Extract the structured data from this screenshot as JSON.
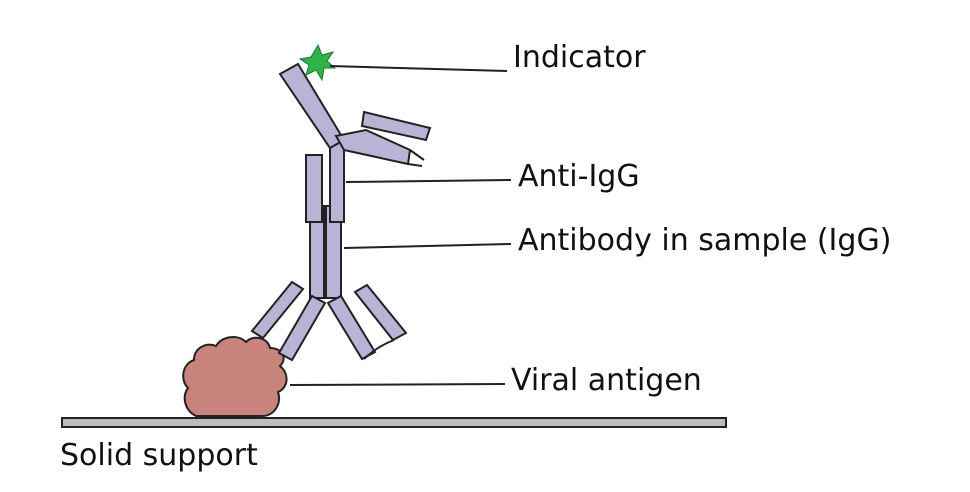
{
  "labels": {
    "indicator": "Indicator",
    "anti_igg": "Anti-IgG",
    "antibody": "Antibody in sample (IgG)",
    "antigen": "Viral antigen",
    "support": "Solid support"
  },
  "colors": {
    "antibody_fill": "#b9b4d6",
    "outline": "#222222",
    "antigen_fill": "#c8837c",
    "indicator_fill": "#2db34a",
    "support_fill": "#bdbdbd"
  }
}
